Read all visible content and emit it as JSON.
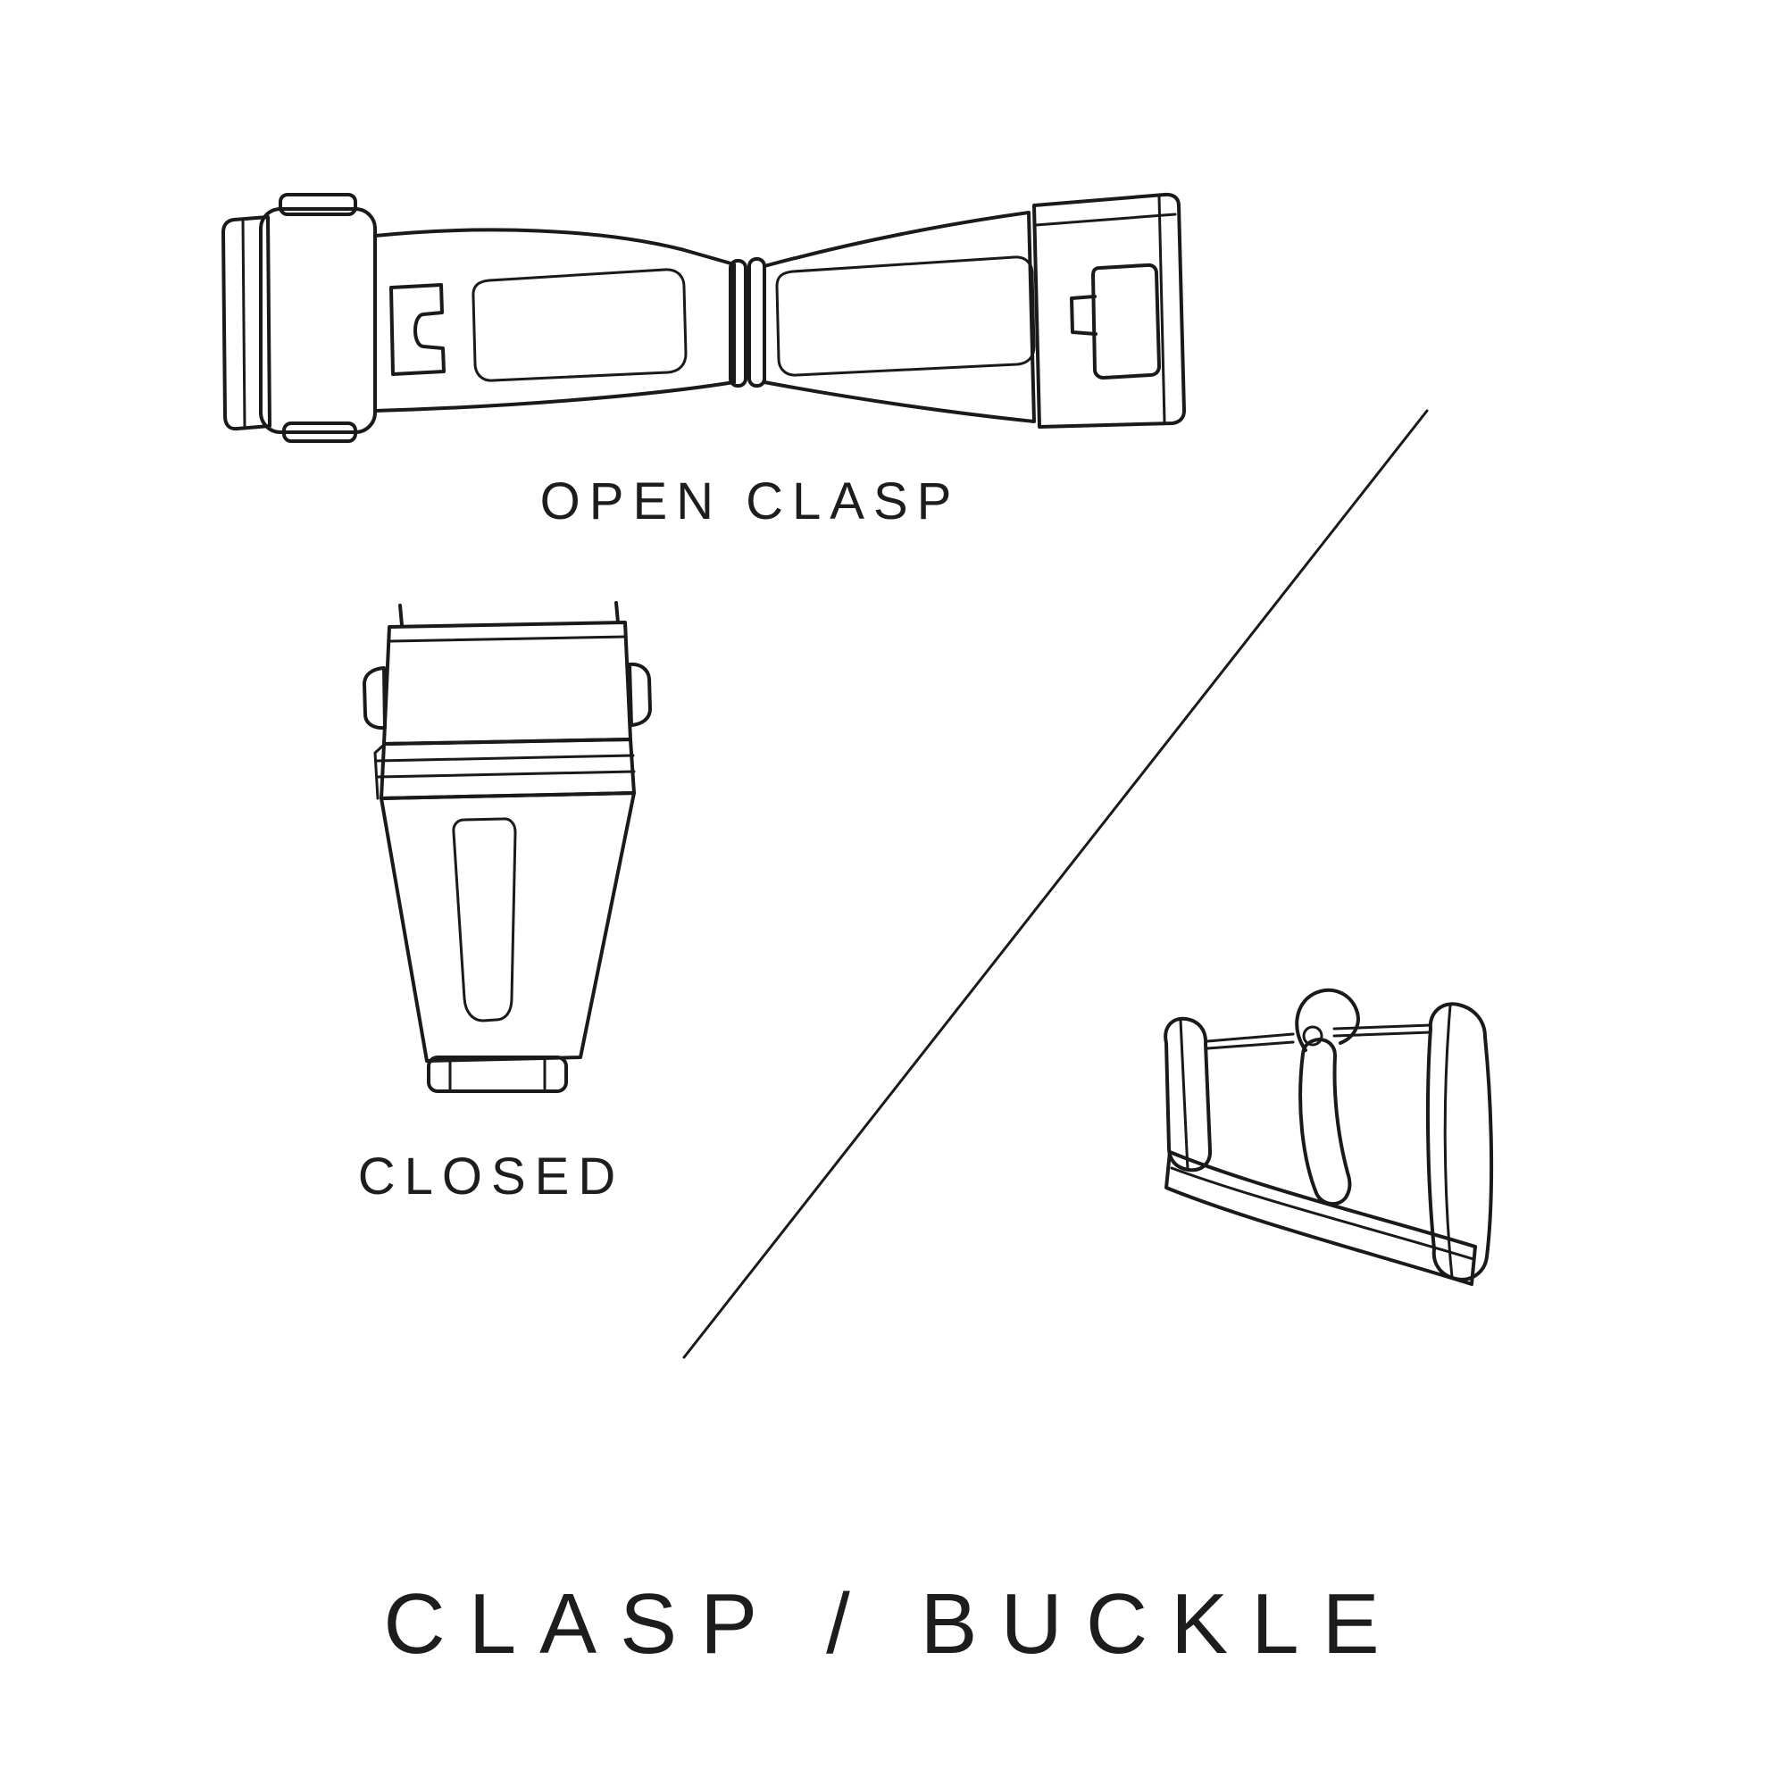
{
  "canvas": {
    "background": "#ffffff",
    "line_color": "#1a1a1a",
    "text_color": "#1d1d1f"
  },
  "title": {
    "text": "CLASP / BUCKLE"
  },
  "figures": {
    "open_clasp": {
      "label": "OPEN CLASP"
    },
    "closed_clasp": {
      "label": "CLOSED"
    },
    "buckle": {
      "name": "tang-buckle-drawing"
    }
  }
}
